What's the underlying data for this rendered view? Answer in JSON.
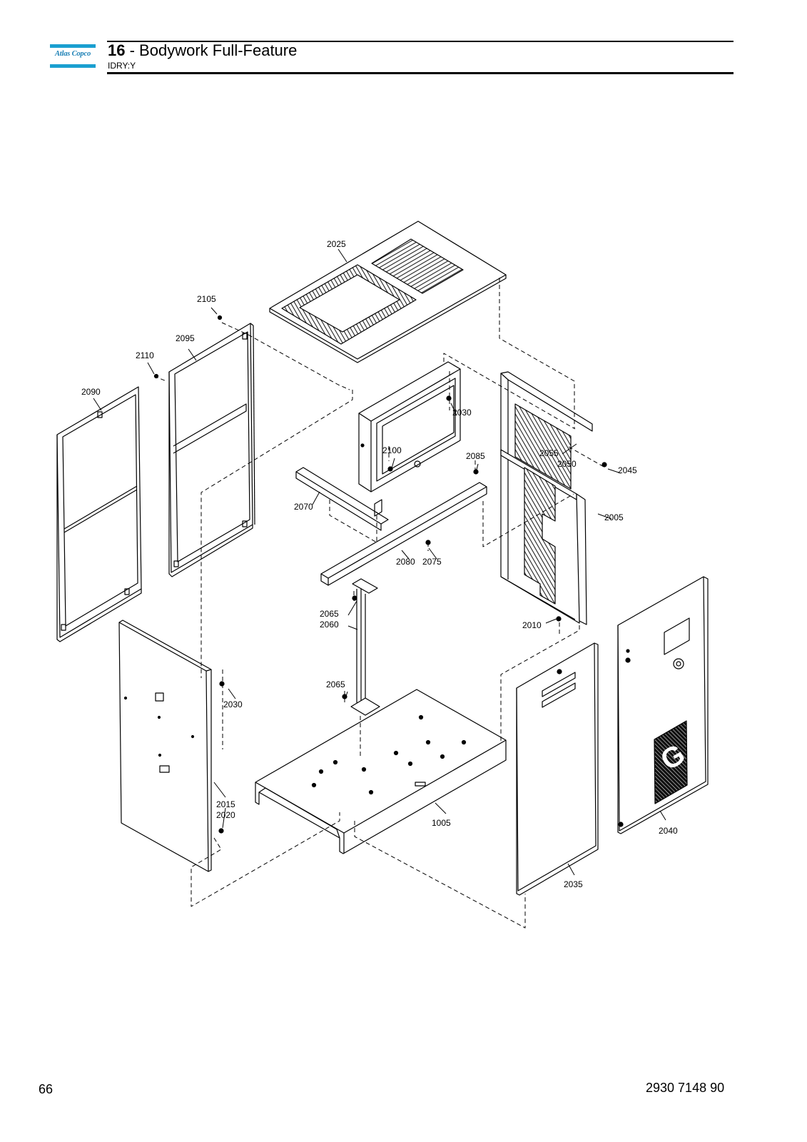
{
  "header": {
    "logo_text": "Atlas Copco",
    "section_number": "16",
    "section_title": "- Bodywork Full-Feature",
    "subtitle": "IDRY:Y"
  },
  "footer": {
    "page_number": "66",
    "document_number": "2930 7148 90"
  },
  "diagram": {
    "panel_g_letter": "G",
    "callouts": [
      {
        "id": "c2025",
        "label": "2025"
      },
      {
        "id": "c2105",
        "label": "2105"
      },
      {
        "id": "c2095",
        "label": "2095"
      },
      {
        "id": "c2110",
        "label": "2110"
      },
      {
        "id": "c2090",
        "label": "2090"
      },
      {
        "id": "c2030a",
        "label": "2030"
      },
      {
        "id": "c2100",
        "label": "2100"
      },
      {
        "id": "c2085",
        "label": "2085"
      },
      {
        "id": "c2055",
        "label": "2055"
      },
      {
        "id": "c2050",
        "label": "2050"
      },
      {
        "id": "c2045",
        "label": "2045"
      },
      {
        "id": "c2070",
        "label": "2070"
      },
      {
        "id": "c2005",
        "label": "2005"
      },
      {
        "id": "c2080",
        "label": "2080"
      },
      {
        "id": "c2075",
        "label": "2075"
      },
      {
        "id": "c2065a",
        "label": "2065"
      },
      {
        "id": "c2060",
        "label": "2060"
      },
      {
        "id": "c2010",
        "label": "2010"
      },
      {
        "id": "c2065b",
        "label": "2065"
      },
      {
        "id": "c2030b",
        "label": "2030"
      },
      {
        "id": "c2015",
        "label": "2015"
      },
      {
        "id": "c2020",
        "label": "2020"
      },
      {
        "id": "c1005",
        "label": "1005"
      },
      {
        "id": "c2040",
        "label": "2040"
      },
      {
        "id": "c2035",
        "label": "2035"
      }
    ]
  }
}
